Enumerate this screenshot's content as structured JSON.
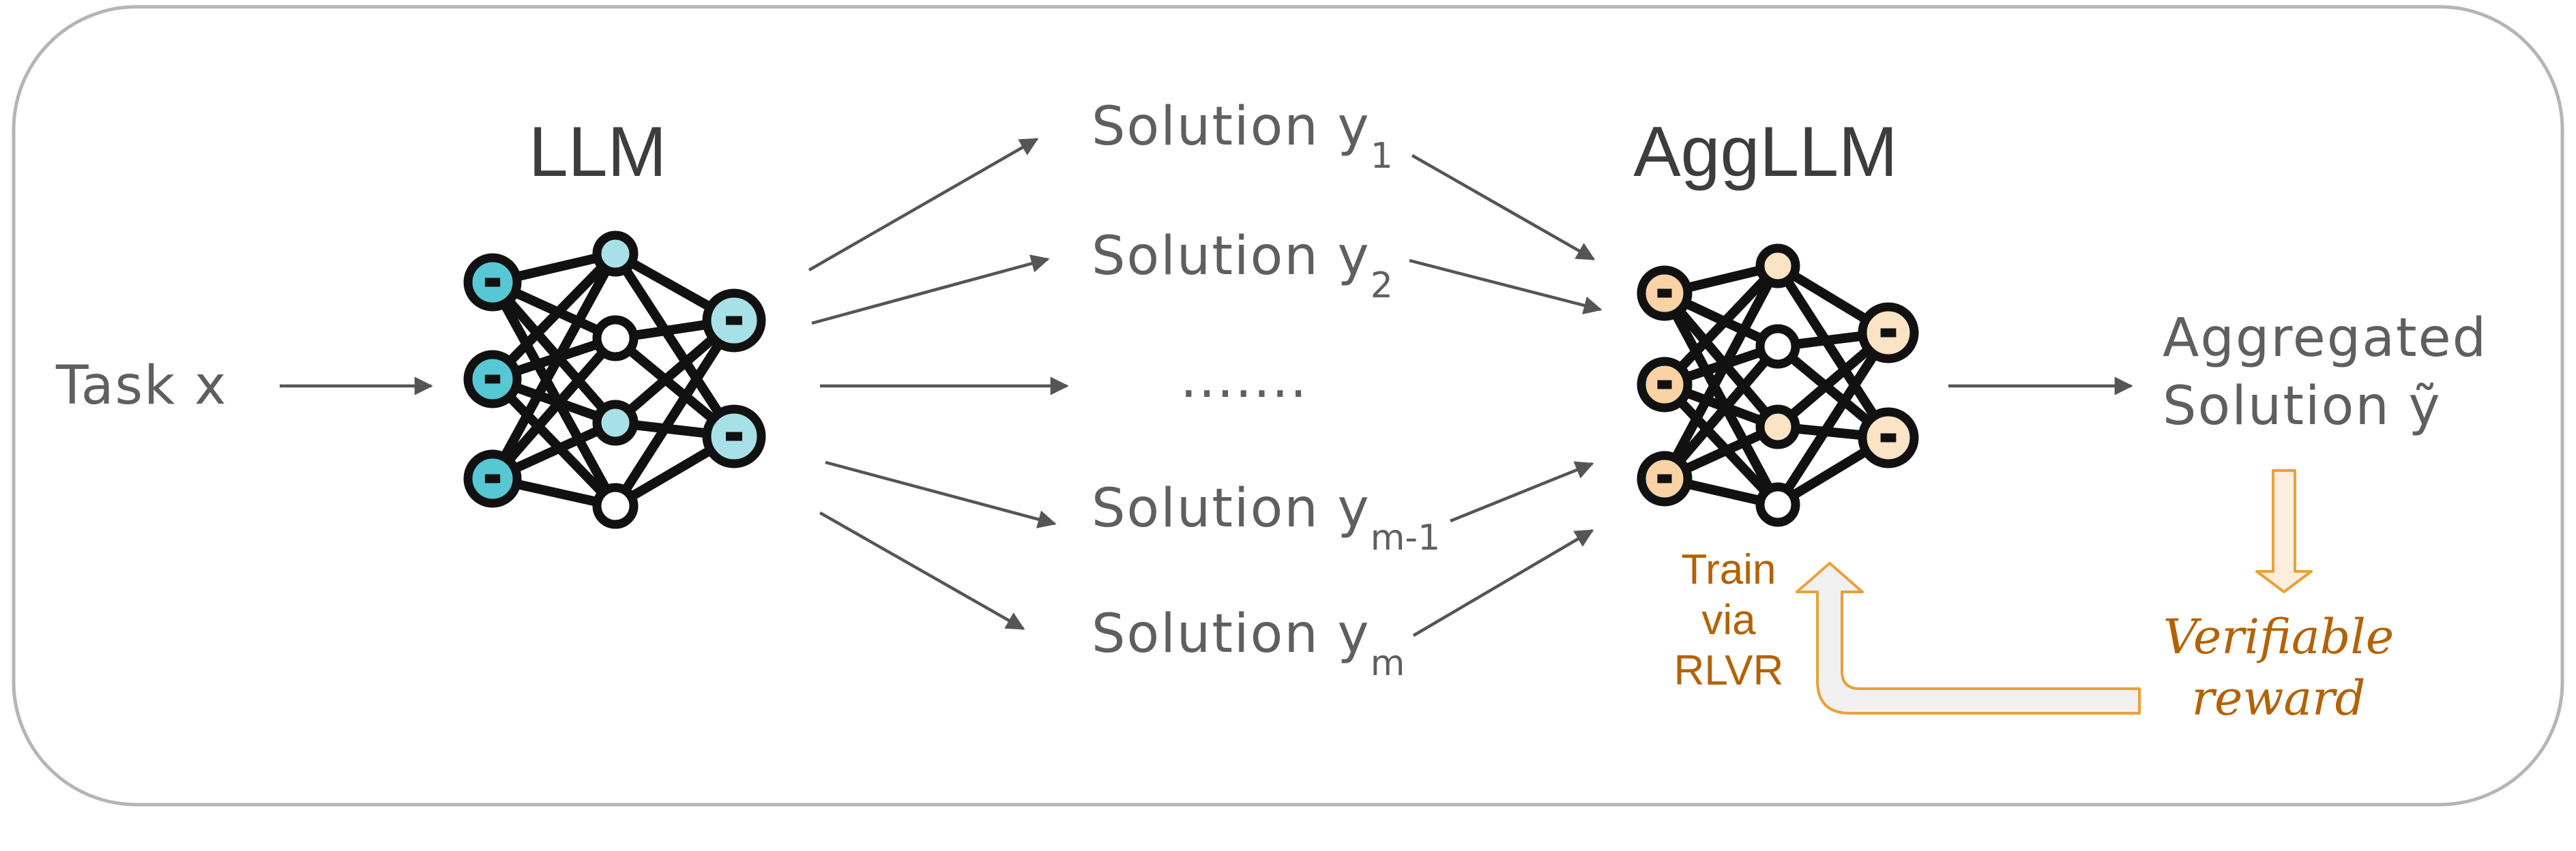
{
  "colors": {
    "llm_node": "#57c7d4",
    "llm_node_light": "#a8e0e8",
    "agg_node": "#f9d3a6",
    "agg_node_light": "#fbe3c5",
    "feedback_accent": "#e8a13a",
    "feedback_text": "#b36200"
  },
  "icons": {
    "llm": "neural-network-icon",
    "aggllm": "neural-network-icon"
  },
  "task": {
    "label": "Task x"
  },
  "llm": {
    "title": "LLM"
  },
  "solutions": [
    {
      "base": "Solution y",
      "sub": "1"
    },
    {
      "base": "Solution y",
      "sub": "2"
    },
    {
      "base": "Solution y",
      "sub": "m-1"
    },
    {
      "base": "Solution y",
      "sub": "m"
    }
  ],
  "ellipsis": ".......",
  "aggllm": {
    "title": "AggLLM"
  },
  "output": {
    "line1": "Aggregated",
    "line2": "Solution ỹ"
  },
  "feedback": {
    "train_line1": "Train",
    "train_line2": "via",
    "train_line3": "RLVR",
    "reward_line1": "Verifiable",
    "reward_line2": "reward"
  }
}
